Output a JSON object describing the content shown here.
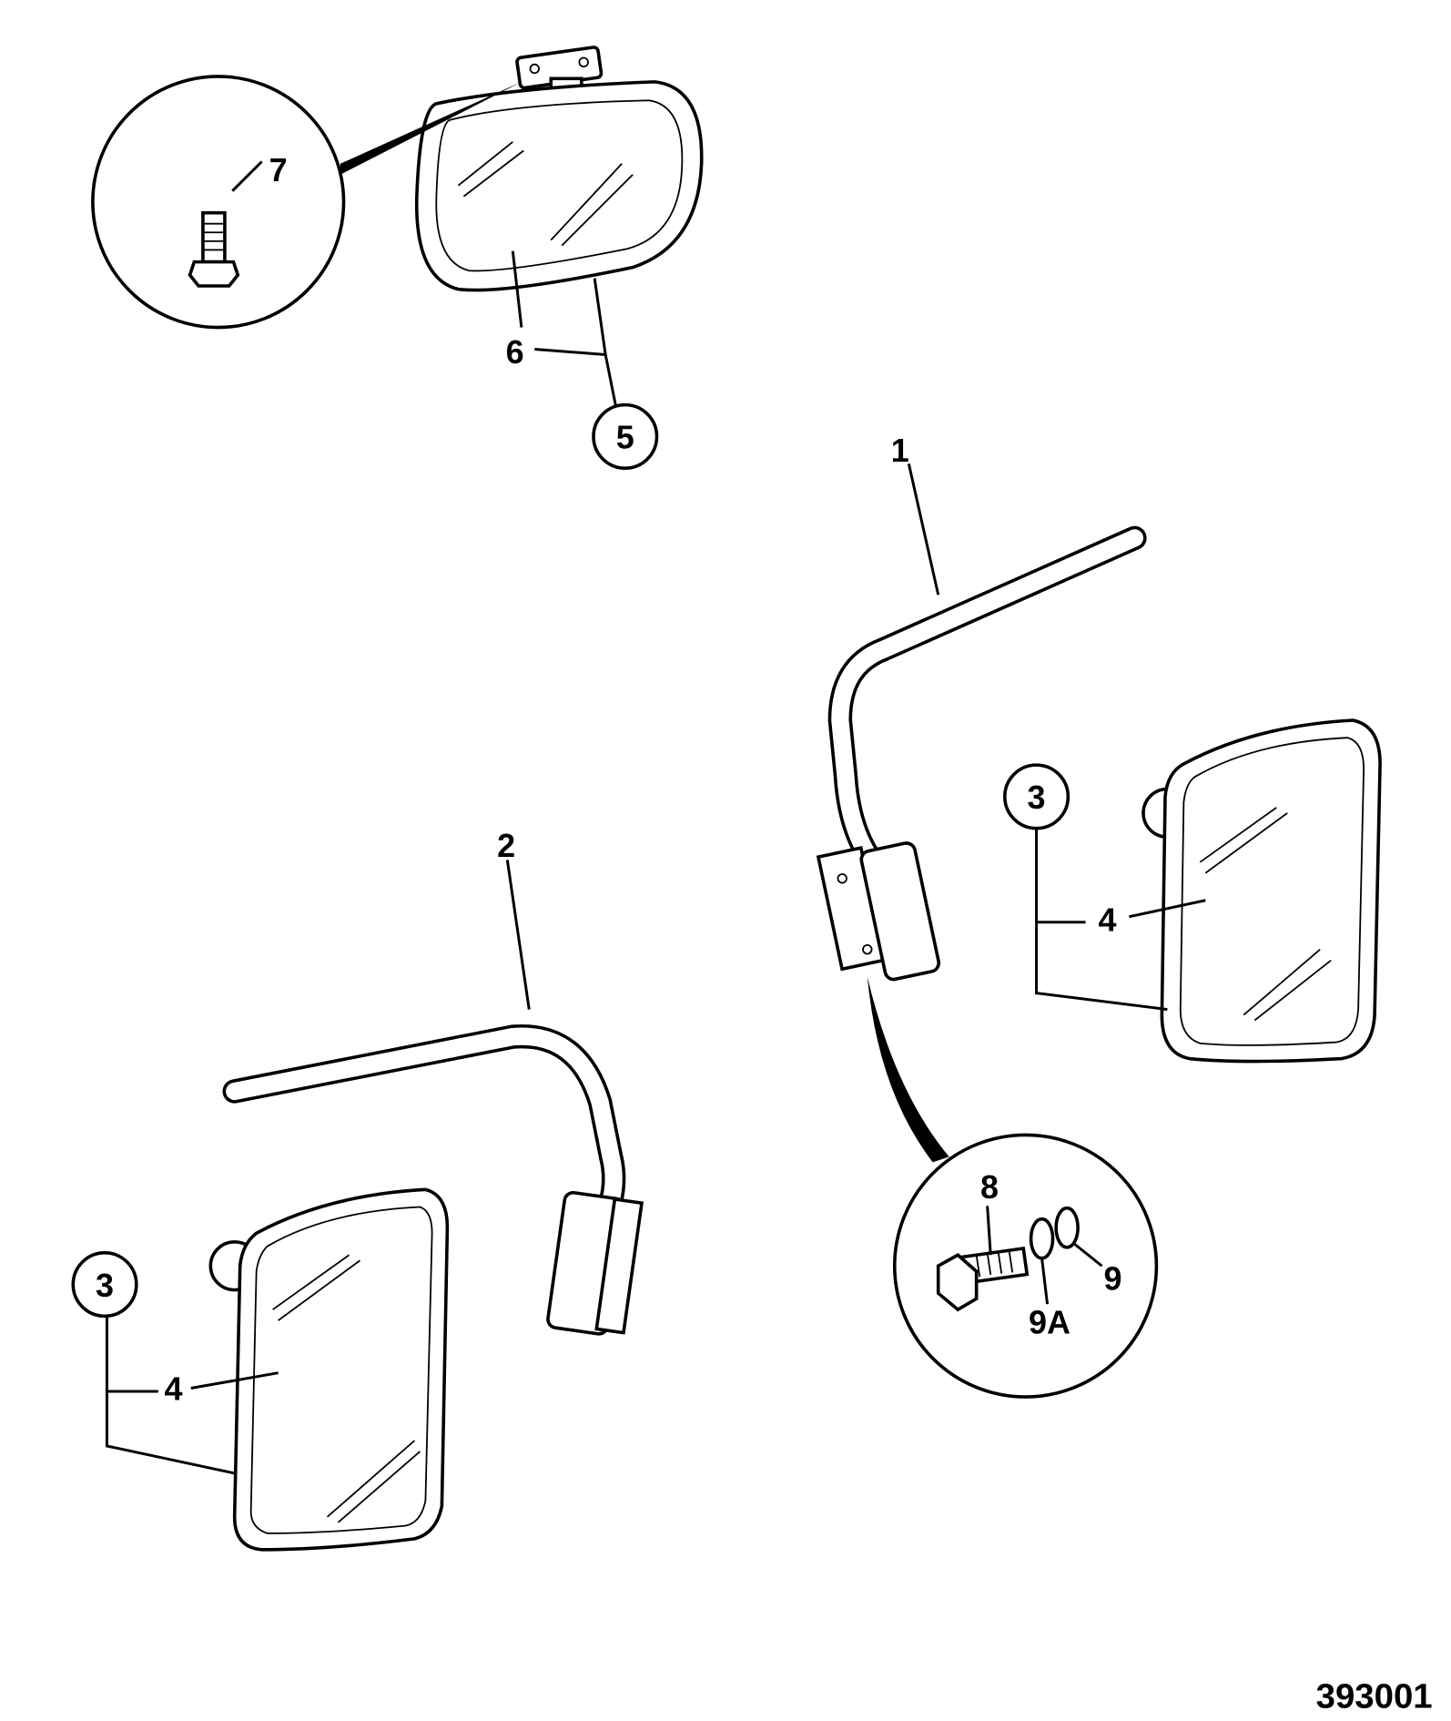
{
  "diagram": {
    "reference_number": "393001",
    "callouts": {
      "c1": "1",
      "c2": "2",
      "c3a": "3",
      "c3b": "3",
      "c4a": "4",
      "c4b": "4",
      "c5": "5",
      "c6": "6",
      "c7": "7",
      "c8": "8",
      "c9": "9",
      "c9a": "9A"
    }
  }
}
